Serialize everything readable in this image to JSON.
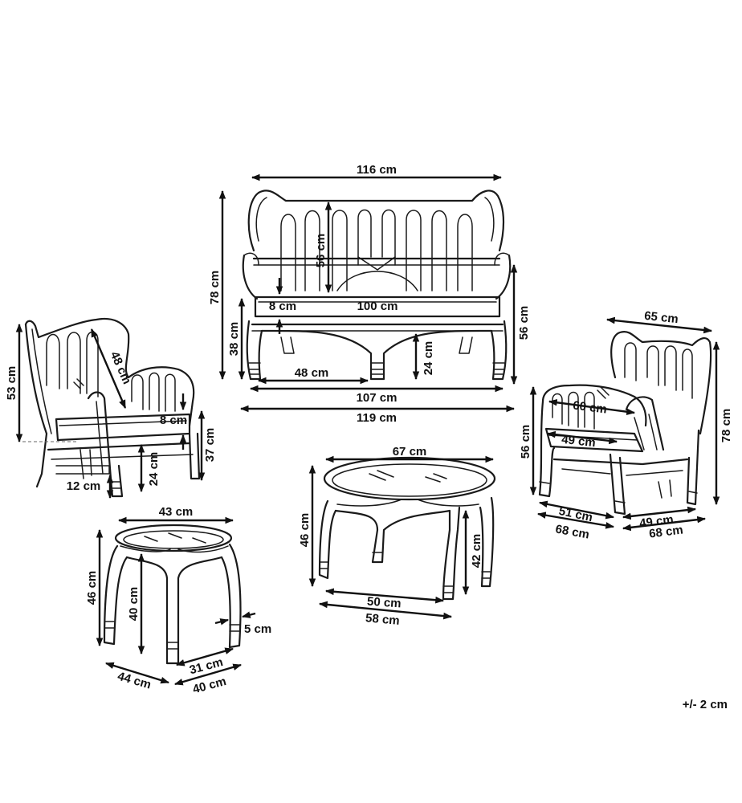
{
  "sofa": {
    "width_top": "116 cm",
    "total_height": "78 cm",
    "back_height": "56 cm",
    "cushion_thickness": "8 cm",
    "seat_width": "100 cm",
    "seat_height": "38 cm",
    "arm_height": "56 cm",
    "leg_spacing": "48 cm",
    "leg_clearance": "24 cm",
    "width_legs": "107 cm",
    "width_total": "119 cm"
  },
  "armchair_left": {
    "height_back": "53 cm",
    "back_diagonal": "48 cm",
    "cushion_thickness": "8 cm",
    "seat_height": "37 cm",
    "leg_clearance": "24 cm",
    "foot_height": "12 cm"
  },
  "armchair_right": {
    "top_width": "65 cm",
    "seat_depth": "60 cm",
    "seat_width": "49 cm",
    "arm_height": "56 cm",
    "total_height": "78 cm",
    "leg_depth": "51 cm",
    "leg_width": "49 cm",
    "depth_total": "68 cm",
    "width_total": "68 cm"
  },
  "coffee_table": {
    "top_width": "67 cm",
    "height": "46 cm",
    "clearance": "42 cm",
    "leg_span_inner": "50 cm",
    "leg_span_outer": "58 cm"
  },
  "side_table": {
    "top_width": "43 cm",
    "height": "46 cm",
    "clearance": "40 cm",
    "leg_thickness": "5 cm",
    "leg_span_inner": "31 cm",
    "depth": "44 cm",
    "width": "40 cm"
  },
  "tolerance": "+/- 2 cm"
}
